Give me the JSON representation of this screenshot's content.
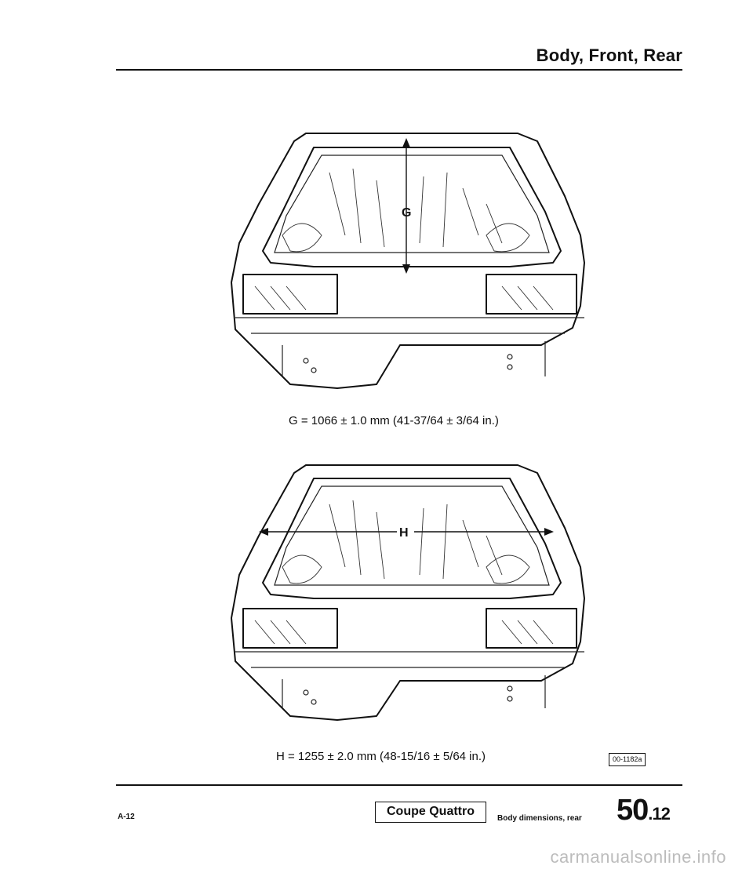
{
  "header": {
    "title": "Body, Front, Rear"
  },
  "figures": {
    "top": {
      "dimension_letter": "G",
      "caption": "G = 1066 ± 1.0 mm (41-37/64 ± 3/64 in.)"
    },
    "bottom": {
      "dimension_letter": "H",
      "caption": "H = 1255 ± 2.0 mm (48-15/16 ± 5/64 in.)"
    },
    "reference": "00-1182a"
  },
  "footer": {
    "page_ref": "A-12",
    "model": "Coupe Quattro",
    "description": "Body dimensions, rear",
    "page_number": "50",
    "page_sub": ".12"
  },
  "watermark": "carmanualsonline.info"
}
